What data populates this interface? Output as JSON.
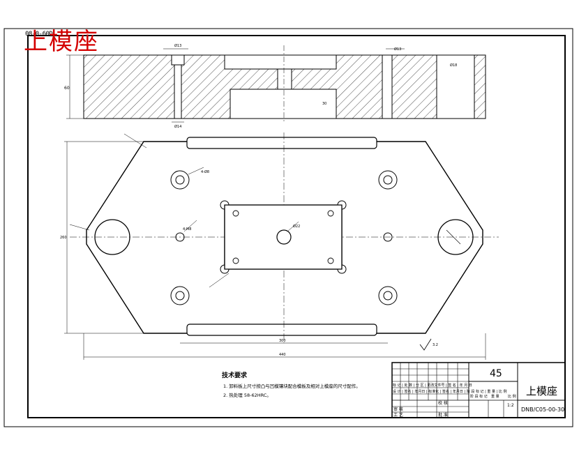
{
  "drawing": {
    "part_name": "上模座",
    "drawing_code_top": "08-0-60D",
    "material": "45",
    "scale": "1:2",
    "drawing_number": "DNB/C05-00-30",
    "border_color": "#000000",
    "title_color": "#d40000"
  },
  "technical_requirements": {
    "heading": "技术要求",
    "items": [
      "1. 卸料板上尺寸按凸与凹模镶块配合模板及相对上模座的尺寸配作。",
      "2. 热处理 58-62HRC。"
    ]
  },
  "title_block": {
    "rows": [
      "标 记 | 处 数 | 分 区 | 更改文件号 | 签 名 | 年 月 日",
      "设 计 | 签名 | 年月日 | 标准化 | 签名 | 年月日 | 阶 段 标 记 | 重 量 | 比 例"
    ],
    "cells": {
      "design": "审 核",
      "process": "工 艺",
      "approve": "批 准",
      "check": "校 核",
      "stage": "阶 段 标 记",
      "weight": "重 量",
      "ratio": "比 例"
    }
  },
  "dimensions": {
    "top_small": "Ø13",
    "top_right": "Ø13",
    "hole_label": "Ø14",
    "bottom_width": "440",
    "bottom_width2": "300",
    "side_height": "60",
    "plate_height": "260",
    "small_label_a": "4-Ø8",
    "small_label_b": "4-M8",
    "small_label_c": "Ø22",
    "small_label_d": "Ø18",
    "dim_h": "30",
    "roughness": "3.2"
  }
}
